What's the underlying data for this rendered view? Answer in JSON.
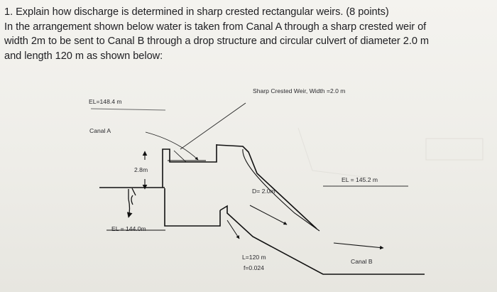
{
  "question": {
    "number": "1.",
    "line1": "Explain how discharge is determined in sharp crested rectangular weirs. (8 points)",
    "line2": "In the arrangement shown below water is taken from Canal A through a sharp crested weir of",
    "line3": "width 2m  to be sent to Canal B through a drop structure and circular culvert of diameter 2.0 m",
    "line4": "and length 120 m as shown below:"
  },
  "figure": {
    "weir_label": "Sharp Crested Weir, Width =2.0 m",
    "el_canal_a": "EL=148.4 m",
    "canal_a": "Canal A",
    "head_label": "2.8m",
    "el_bottom_a": "EL = 144.0m",
    "diameter_label": "D= 2.0m",
    "el_canal_b": "EL = 145.2 m",
    "length_label": "L=120 m",
    "friction_label": "f=0.024",
    "canal_b": "Canal B"
  }
}
